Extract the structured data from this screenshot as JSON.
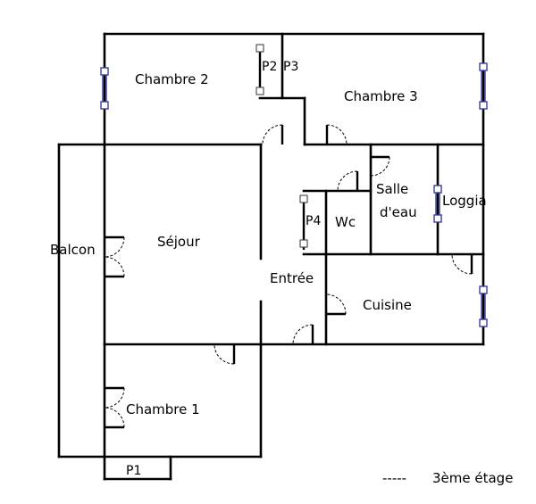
{
  "rooms": {
    "chambre2": "Chambre 2",
    "chambre3": "Chambre 3",
    "sejour": "Séjour",
    "chambre1": "Chambre 1",
    "balcon": "Balcon",
    "entree": "Entrée",
    "wc": "Wc",
    "salle_line1": "Salle",
    "salle_line2": "d'eau",
    "loggia": "Loggia",
    "cuisine": "Cuisine"
  },
  "markers": {
    "p1": "P1",
    "p2": "P2",
    "p3": "P3",
    "p4": "P4"
  },
  "legend": {
    "dash": "-----",
    "text": "3ème étage"
  },
  "colors": {
    "wall": "#000000",
    "window": "#3a3fa0"
  }
}
